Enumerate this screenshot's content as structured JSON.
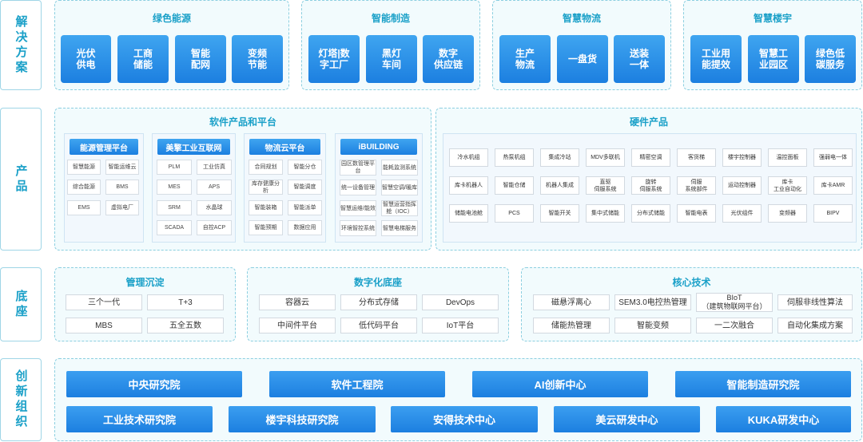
{
  "rows": {
    "solutions": "解决方案",
    "products": "产品",
    "base": "底座",
    "innovation": "创新组织"
  },
  "solutions": [
    {
      "title": "绿色能源",
      "items": [
        "光伏\n供电",
        "工商\n储能",
        "智能\n配网",
        "变频\n节能"
      ]
    },
    {
      "title": "智能制造",
      "items": [
        "灯塔|数\n字工厂",
        "黑灯\n车间",
        "数字\n供应链"
      ]
    },
    {
      "title": "智慧物流",
      "items": [
        "生产\n物流",
        "一盘货",
        "送装\n一体"
      ]
    },
    {
      "title": "智慧楼宇",
      "items": [
        "工业用\n能提效",
        "智慧工\n业园区",
        "绿色低\n碳服务"
      ]
    }
  ],
  "software": {
    "title": "软件产品和平台",
    "platforms": [
      {
        "name": "能源管理平台",
        "items": [
          "智慧能源",
          "智能运维云",
          "综合能源",
          "BMS",
          "EMS",
          "虚拟电厂"
        ]
      },
      {
        "name": "美擎工业互联网",
        "items": [
          "PLM",
          "工业仿真",
          "MES",
          "APS",
          "SRM",
          "水晶球",
          "SCADA",
          "自控ACP"
        ]
      },
      {
        "name": "物流云平台",
        "items": [
          "合同规划",
          "智能分仓",
          "库存健康分析",
          "智能调度",
          "智能装箱",
          "智能派单",
          "智能预期",
          "数据应用"
        ]
      },
      {
        "name": "iBUILDING",
        "items": [
          "园区数管理平台",
          "能耗监测系统",
          "统一设备管理",
          "智慧空调/暖库",
          "智慧运维/能效",
          "智慧运营指挥舱（IOC）",
          "环境智控系统",
          "智慧电梯服务"
        ]
      }
    ]
  },
  "hardware": {
    "title": "硬件产品",
    "items": [
      "冷水机组",
      "热泵机组",
      "集成冷站",
      "MDV多联机",
      "精密空调",
      "客货梯",
      "楼宇控制器",
      "温控面板",
      "强弱电一体",
      "库卡机器人",
      "智能仓储",
      "机器人集成",
      "直驱\n伺服系统",
      "旋转\n伺服系统",
      "伺服\n系统部件",
      "运动控制器",
      "库卡\n工业自动化",
      "库卡AMR",
      "储能电池舱",
      "PCS",
      "智能开关",
      "集中式储能",
      "分布式储能",
      "智能电表",
      "光伏组件",
      "变频器",
      "BIPV"
    ]
  },
  "base": [
    {
      "title": "管理沉淀",
      "items": [
        "三个一代",
        "T+3",
        "MBS",
        "五全五数"
      ]
    },
    {
      "title": "数字化底座",
      "items": [
        "容器云",
        "分布式存储",
        "DevOps",
        "中间件平台",
        "低代码平台",
        "IoT平台"
      ]
    },
    {
      "title": "核心技术",
      "items": [
        "磁悬浮离心",
        "SEM3.0电控热管理",
        "BIoT\n（建筑物联网平台）",
        "伺服非线性算法",
        "储能热管理",
        "智能变频",
        "一二次融合",
        "自动化集成方案"
      ]
    }
  ],
  "institutes": {
    "row1": [
      "中央研究院",
      "软件工程院",
      "AI创新中心",
      "智能制造研究院"
    ],
    "row2": [
      "工业技术研究院",
      "楼宇科技研究院",
      "安得技术中心",
      "美云研发中心",
      "KUKA研发中心"
    ]
  }
}
